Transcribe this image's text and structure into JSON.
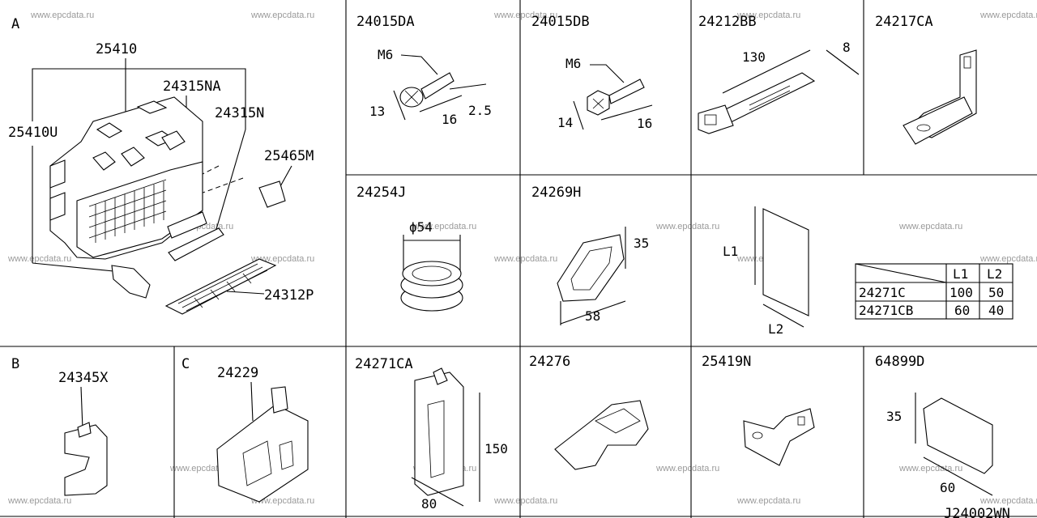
{
  "watermark": "www.epcdata.ru",
  "drawing_code": "J24002WN",
  "sections": {
    "a": "A",
    "b": "B",
    "c": "C"
  },
  "parts": {
    "p25410": "25410",
    "p25410u": "25410U",
    "p24315na": "24315NA",
    "p24315n": "24315N",
    "p25465m": "25465M",
    "p24312p": "24312P",
    "p24015da": "24015DA",
    "p24015db": "24015DB",
    "p24212bb": "24212BB",
    "p24217ca": "24217CA",
    "p24254j": "24254J",
    "p24269h": "24269H",
    "p24345x": "24345X",
    "p24229": "24229",
    "p24271ca": "24271CA",
    "p24276": "24276",
    "p25419n": "25419N",
    "p64899d": "64899D"
  },
  "dims": {
    "da_thread": "M6",
    "da_d1": "13",
    "da_d2": "16",
    "da_d3": "2.5",
    "db_thread": "M6",
    "db_d1": "14",
    "db_d2": "16",
    "bb_len": "130",
    "bb_w": "8",
    "j_dia": "ϕ54",
    "h_h": "35",
    "h_w": "58",
    "l1": "L1",
    "l2": "L2",
    "ca_h": "150",
    "ca_w": "80",
    "d_h": "35",
    "d_w": "60"
  },
  "pad_table": {
    "headers": [
      "",
      "L1",
      "L2"
    ],
    "rows": [
      [
        "24271C",
        "100",
        "50"
      ],
      [
        "24271CB",
        "60",
        "40"
      ]
    ]
  }
}
